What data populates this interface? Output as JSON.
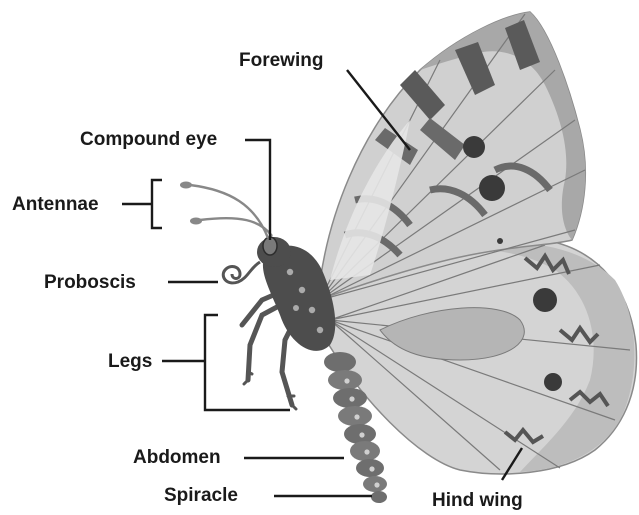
{
  "diagram": {
    "labels": {
      "forewing": "Forewing",
      "compound_eye": "Compound eye",
      "antennae": "Antennae",
      "proboscis": "Proboscis",
      "legs": "Legs",
      "abdomen": "Abdomen",
      "spiracle": "Spiracle",
      "hind_wing": "Hind wing"
    },
    "colors": {
      "label_text": "#1a1a1a",
      "wing_light": "#d9d9d9",
      "wing_mid": "#a6a6a6",
      "wing_dark": "#595959",
      "body_dark": "#4d4d4d",
      "spots": "#3a3a3a"
    }
  }
}
